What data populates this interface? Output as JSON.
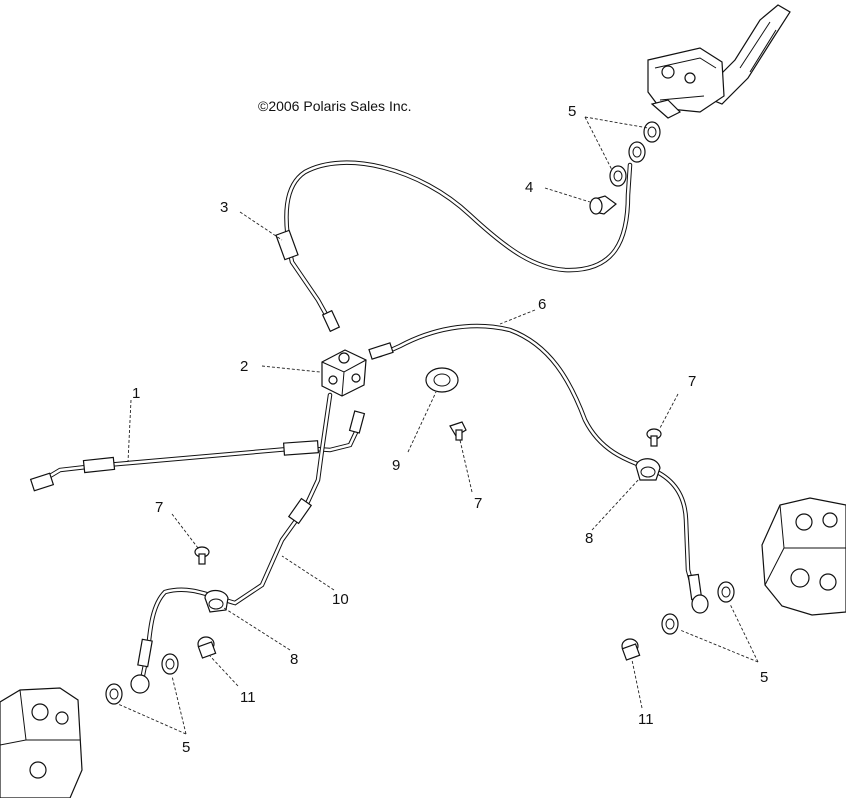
{
  "copyright": "©2006 Polaris Sales Inc.",
  "callouts": {
    "c1": "1",
    "c2": "2",
    "c3": "3",
    "c4": "4",
    "c5_top": "5",
    "c5_right": "5",
    "c5_left": "5",
    "c6": "6",
    "c7_left": "7",
    "c7_mid": "7",
    "c7_right": "7",
    "c8_left": "8",
    "c8_right": "8",
    "c9": "9",
    "c10": "10",
    "c11_left": "11",
    "c11_right": "11"
  }
}
